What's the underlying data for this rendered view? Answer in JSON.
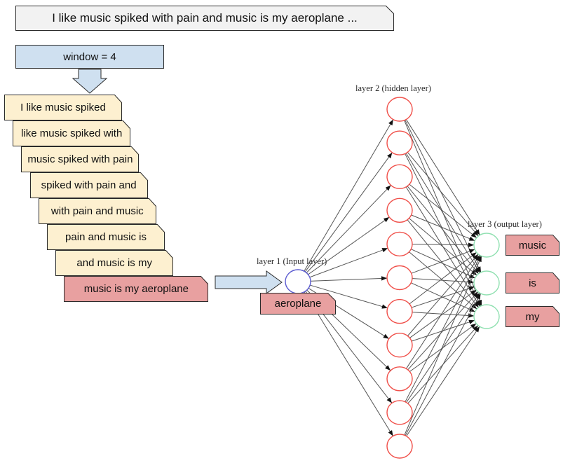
{
  "diagram": {
    "title_sentence": "I like music spiked with pain and music is my aeroplane ...",
    "window_label": "window = 4",
    "windows": [
      "I like music spiked",
      "like music spiked with",
      "music spiked with pain",
      "spiked with pain and",
      "with pain and music",
      "pain and music is",
      "and music is my",
      "music is my aeroplane"
    ],
    "current_input_token": "aeroplane",
    "layers": {
      "input_label": "layer 1 (Input layer)",
      "hidden_label": "layer 2 (hidden layer)",
      "output_label": "layer 3 (output layer)"
    },
    "outputs": [
      "music",
      "is",
      "my"
    ],
    "hidden_units": 11,
    "input_units": 1,
    "output_units": 3,
    "colors": {
      "sentence_bg": "#f2f2f2",
      "window_bg": "#cfe0f0",
      "note_bg": "#fdf0d0",
      "highlight_bg": "#e8a0a0",
      "hidden_node_stroke": "#f0504a",
      "input_node_stroke": "#5a5ad0",
      "output_node_stroke": "#8fe0b0",
      "edge": "#555555",
      "border": "#2b2b2b"
    }
  }
}
